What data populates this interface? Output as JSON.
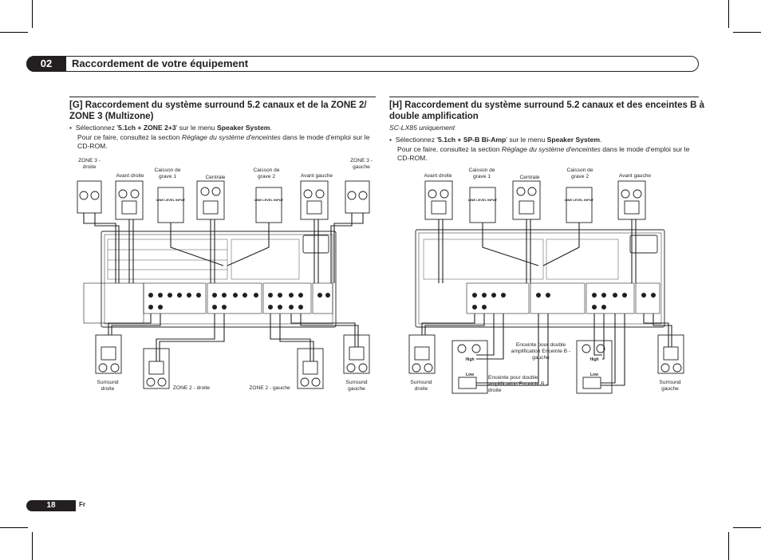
{
  "header": {
    "chapter_number": "02",
    "title": "Raccordement de votre équipement"
  },
  "section_g": {
    "title": "[G] Raccordement du système surround 5.2 canaux et de la ZONE 2/ ZONE 3 (Multizone)",
    "bullet_prefix": "Sélectionnez '",
    "bullet_setting": "5.1ch + ZONE 2+3",
    "bullet_mid": "' sur le menu ",
    "bullet_menu": "Speaker System",
    "bullet_end": ".",
    "line2_start": "Pour ce faire, consultez la section ",
    "line2_italic": "Réglage du système d'enceintes",
    "line2_end": " dans le mode d'emploi sur le CD-ROM.",
    "labels": {
      "zone3_droite": "ZONE 3 - droite",
      "avant_droite": "Avant droite",
      "caisson1": "Caisson de grave 1",
      "centrale": "Centrale",
      "caisson2": "Caisson de grave 2",
      "avant_gauche": "Avant gauche",
      "zone3_gauche": "ZONE 3 - gauche",
      "surround_droite": "Surround droite",
      "zone2_droite": "ZONE 2 - droite",
      "zone2_gauche": "ZONE 2 - gauche",
      "surround_gauche": "Surround gauche",
      "line_level_input": "LINE LEVEL INPUT"
    }
  },
  "section_h": {
    "title": "[H] Raccordement du système surround 5.2 canaux et des enceintes B à double amplification",
    "model_note": "SC-LX85 uniquement",
    "bullet_prefix": "Sélectionnez '",
    "bullet_setting": "5.1ch + SP-B Bi-Amp",
    "bullet_mid": "' sur le menu ",
    "bullet_menu": "Speaker System",
    "bullet_end": ".",
    "line2_start": "Pour ce faire, consultez la section ",
    "line2_italic": "Réglage du système d'enceintes",
    "line2_end": " dans le mode d'emploi sur le CD-ROM.",
    "labels": {
      "avant_droite": "Avant droite",
      "caisson1": "Caisson de grave 1",
      "centrale": "Centrale",
      "caisson2": "Caisson de grave 2",
      "avant_gauche": "Avant gauche",
      "surround_droite": "Surround droite",
      "bi_amp_gauche": "Enceinte pour double amplification Enceinte B - gauche",
      "bi_amp_droite": "Enceinte pour double amplification Enceinte B - droite",
      "surround_gauche": "Surround gauche",
      "high": "High",
      "low": "Low",
      "line_level_input": "LINE LEVEL INPUT"
    }
  },
  "footer": {
    "page_number": "18",
    "language": "Fr"
  }
}
